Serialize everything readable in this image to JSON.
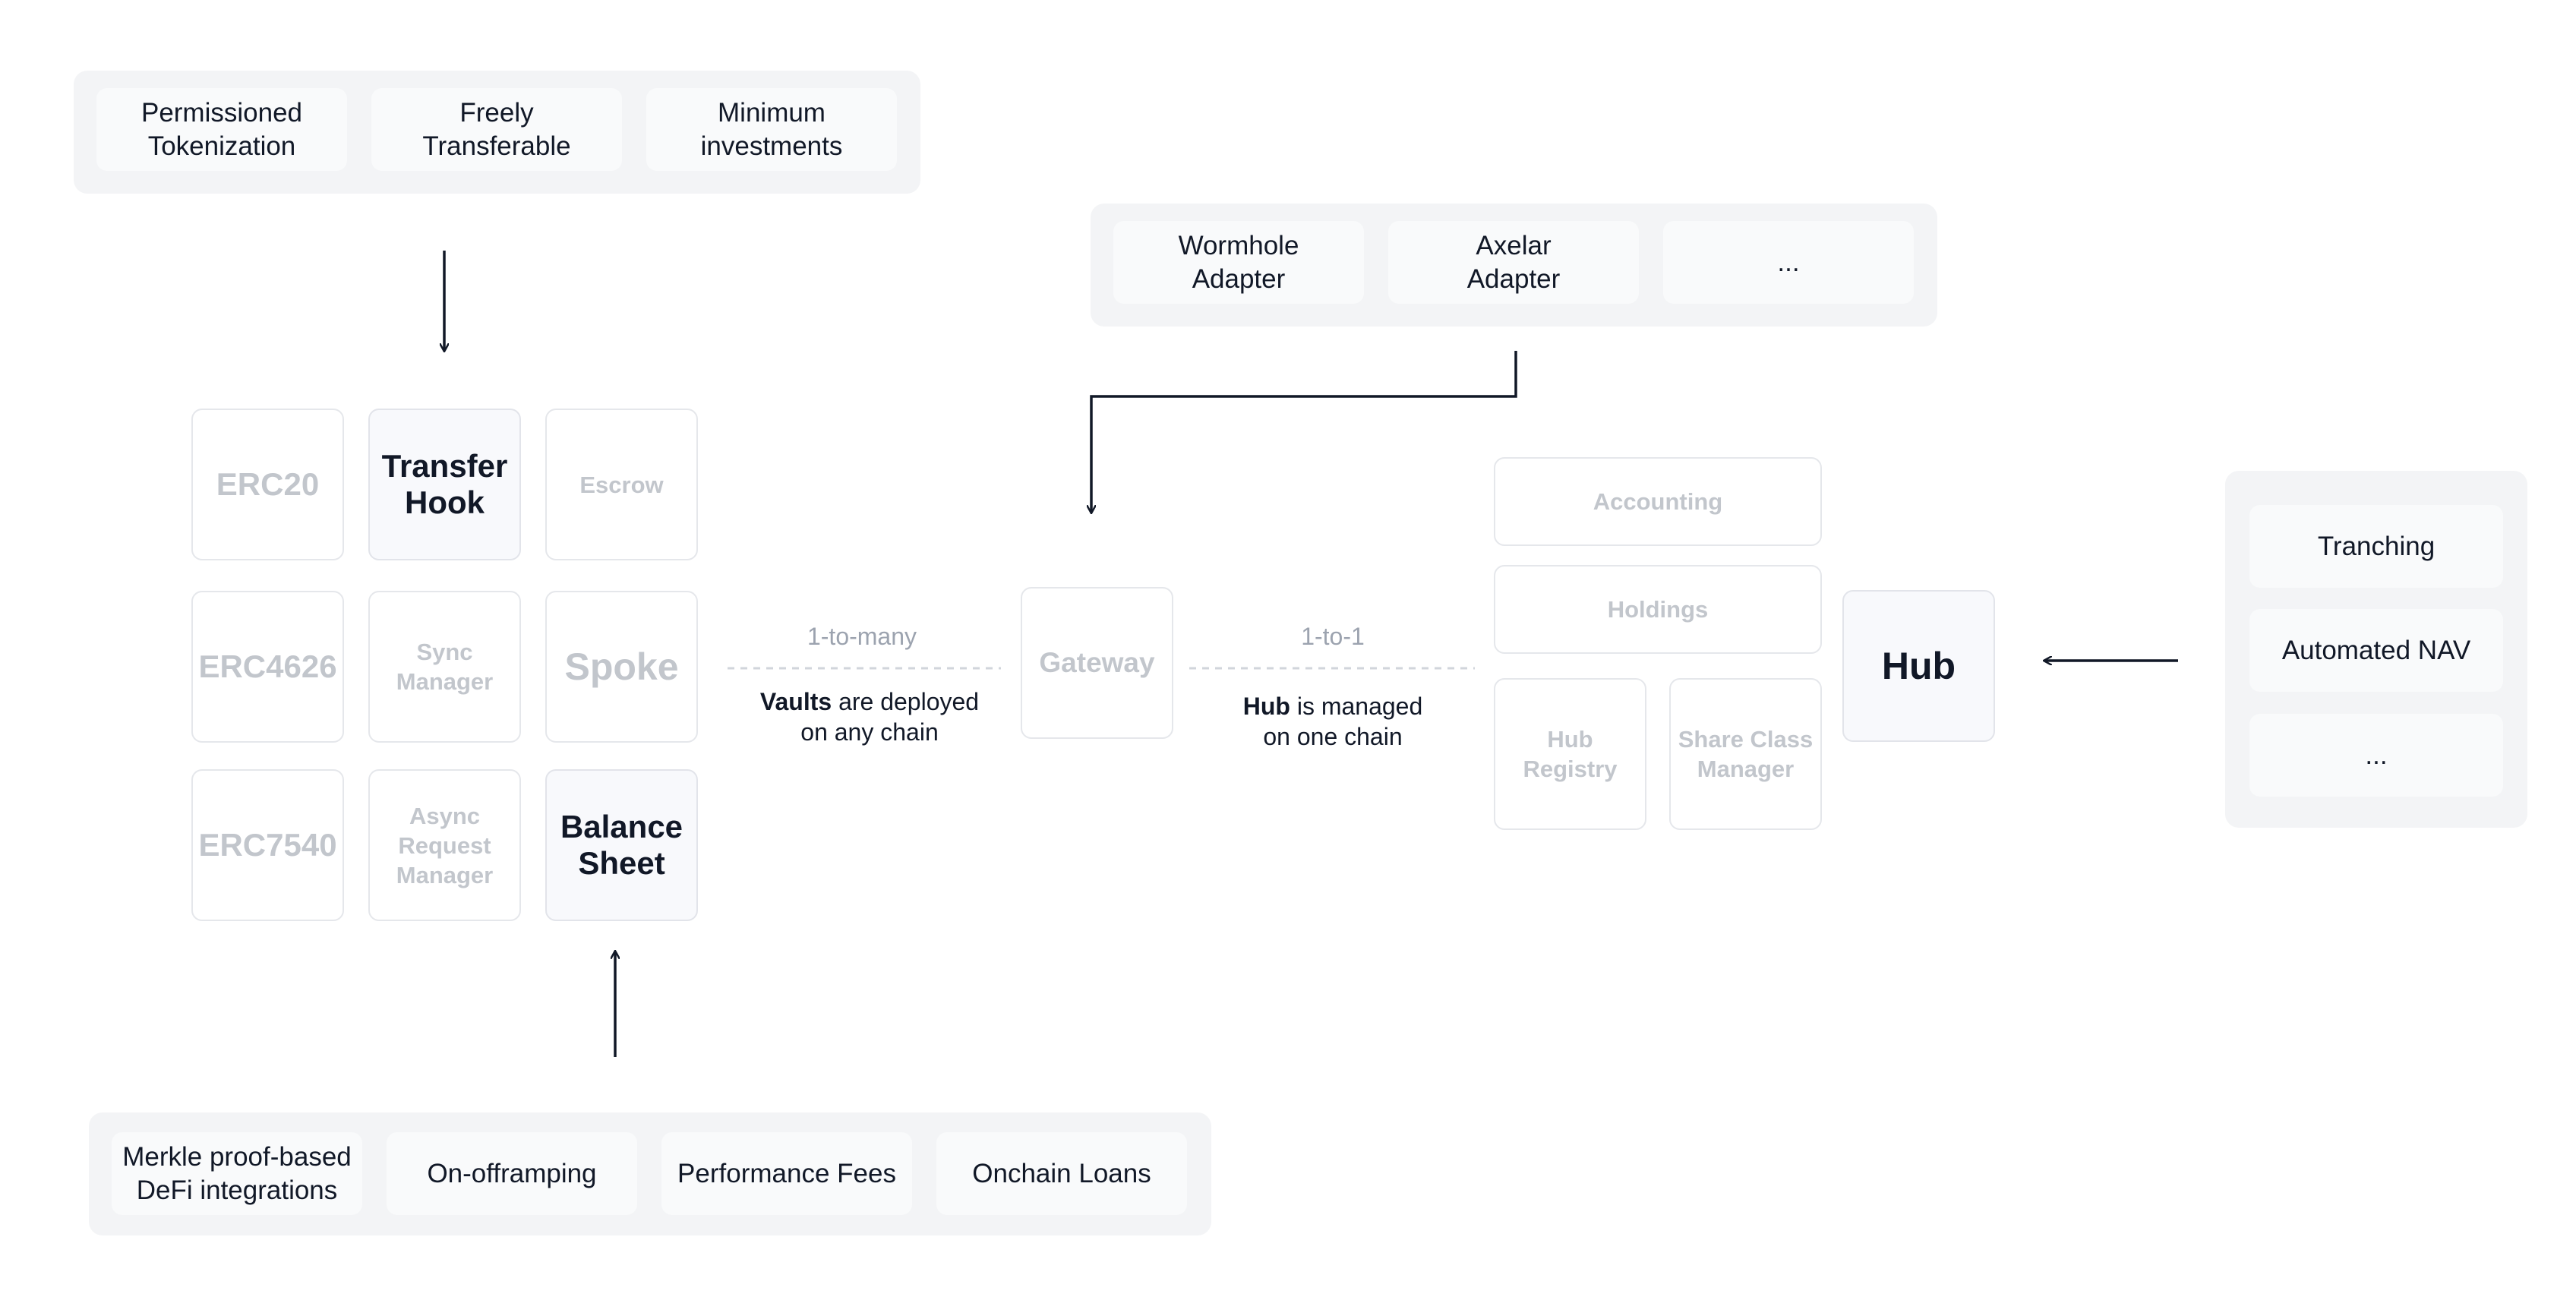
{
  "top_features": [
    "Permissioned\nTokenization",
    "Freely\nTransferable",
    "Minimum\ninvestments"
  ],
  "adapters": [
    "Wormhole\nAdapter",
    "Axelar\nAdapter",
    "..."
  ],
  "spoke_modules": {
    "erc20": "ERC20",
    "transfer_hook": "Transfer\nHook",
    "escrow": "Escrow",
    "erc4626": "ERC4626",
    "sync_manager": "Sync\nManager",
    "spoke": "Spoke",
    "erc7540": "ERC7540",
    "async_request_manager": "Async\nRequest\nManager",
    "balance_sheet": "Balance\nSheet"
  },
  "gateway": "Gateway",
  "hub_modules": {
    "accounting": "Accounting",
    "holdings": "Holdings",
    "hub_registry": "Hub\nRegistry",
    "share_class_manager": "Share Class\nManager",
    "hub": "Hub"
  },
  "connections": {
    "vaults_ratio": "1-to-many",
    "vaults_caption_bold": "Vaults",
    "vaults_caption_rest": " are deployed",
    "vaults_caption_line2": "on any chain",
    "hub_ratio": "1-to-1",
    "hub_caption_bold": "Hub",
    "hub_caption_rest": " is managed",
    "hub_caption_line2": "on one chain"
  },
  "hub_features": [
    "Tranching",
    "Automated NAV",
    "..."
  ],
  "bottom_features": [
    "Merkle proof-based\nDeFi integrations",
    "On-offramping",
    "Performance Fees",
    "Onchain Loans"
  ]
}
